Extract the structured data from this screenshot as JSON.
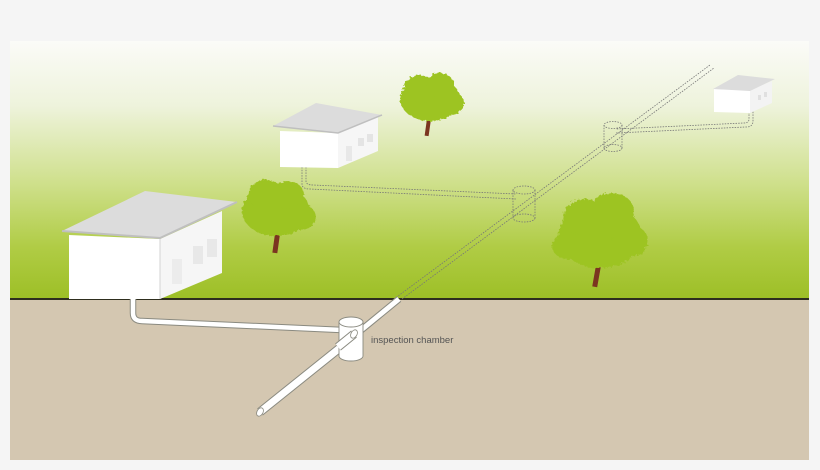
{
  "diagram": {
    "type": "sewer-drainage-illustration",
    "labels": {
      "inspection_chamber": "inspection chamber"
    },
    "colors": {
      "page_background": "#f5f5f5",
      "sky_top": "#fbfbf8",
      "sky_bottom": "#a0c12a",
      "ground": "#d4c7b1",
      "ground_line": "#2e2e1e",
      "pipe_fill": "#ffffff",
      "pipe_outline": "#8a8a80",
      "tree_foliage": "#9dc423",
      "tree_trunk": "#7b3520",
      "house_wall": "#ffffff",
      "house_roof": "#dcdcdc",
      "dashed_pipe": "#777777"
    },
    "elements": {
      "houses": [
        "house-foreground",
        "house-middle",
        "house-far"
      ],
      "trees": [
        "tree-near-left",
        "tree-middle-back",
        "tree-right",
        "tree-far"
      ],
      "chambers": [
        "inspection-chamber-underground",
        "chamber-middle",
        "chamber-far"
      ]
    }
  }
}
